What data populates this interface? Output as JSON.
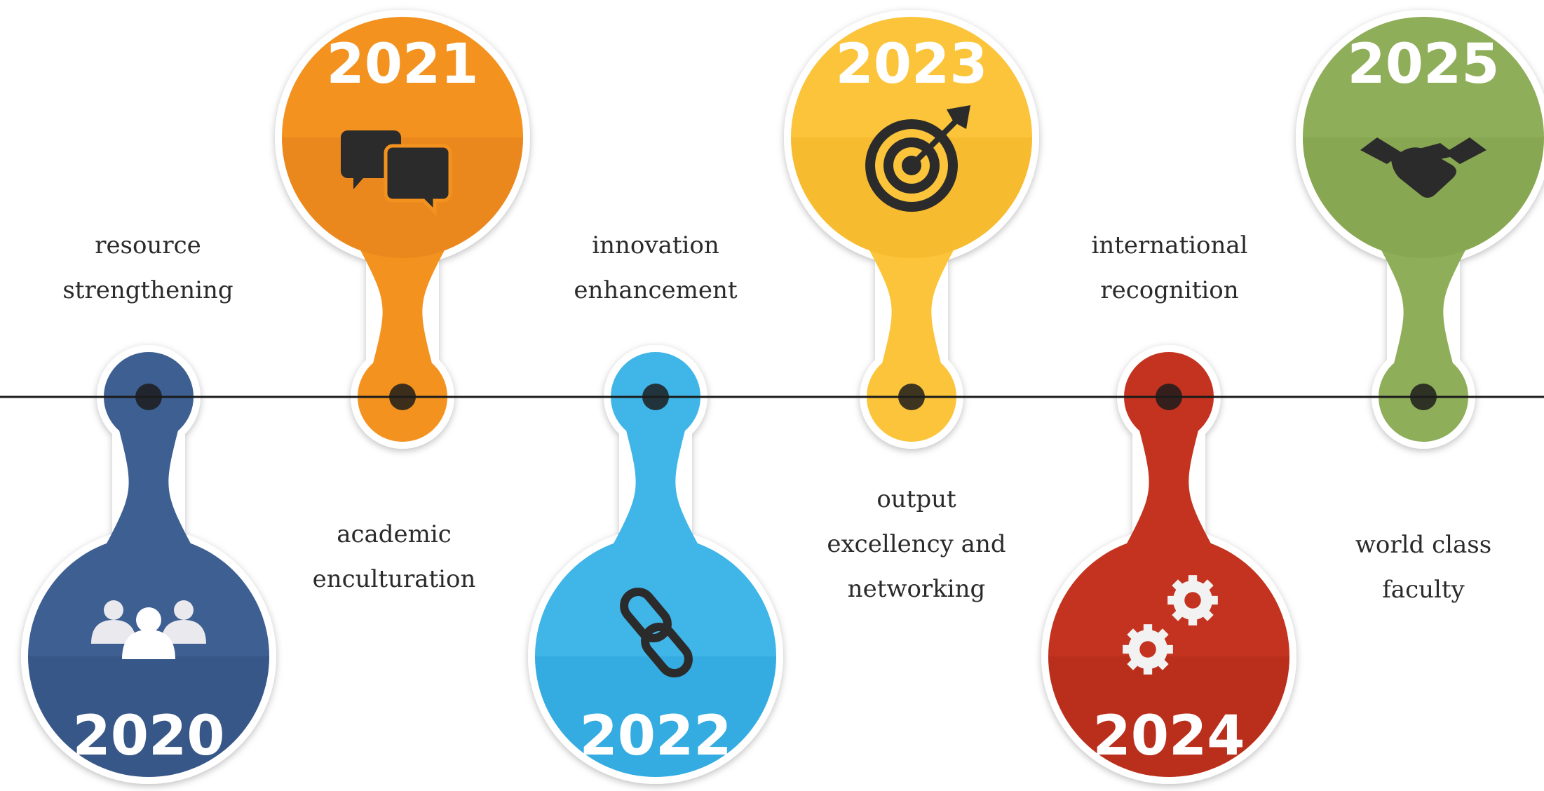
{
  "milestones": [
    {
      "year": "2020",
      "caption": [
        "resource",
        "strengthening"
      ],
      "icon": "people-icon",
      "color": "#3d5f91",
      "dark": "#2c4a76",
      "side": "below"
    },
    {
      "year": "2021",
      "caption": [
        "academic",
        "enculturation"
      ],
      "icon": "chat-bubbles-icon",
      "color": "#f3921f",
      "dark": "#d9761a",
      "side": "above"
    },
    {
      "year": "2022",
      "caption": [
        "innovation",
        "enhancement"
      ],
      "icon": "chain-link-icon",
      "color": "#3fb5e8",
      "dark": "#1f9bd5",
      "side": "below"
    },
    {
      "year": "2023",
      "caption": [
        "output",
        "excellency and",
        "networking"
      ],
      "icon": "target-icon",
      "color": "#fbc43a",
      "dark": "#f0ad1c",
      "side": "above"
    },
    {
      "year": "2024",
      "caption": [
        "international",
        "recognition"
      ],
      "icon": "gears-icon",
      "color": "#c4331f",
      "dark": "#a82617",
      "side": "below"
    },
    {
      "year": "2025",
      "caption": [
        "world class",
        "faculty"
      ],
      "icon": "handshake-icon",
      "color": "#8fae59",
      "dark": "#7a9a45",
      "side": "above"
    }
  ]
}
